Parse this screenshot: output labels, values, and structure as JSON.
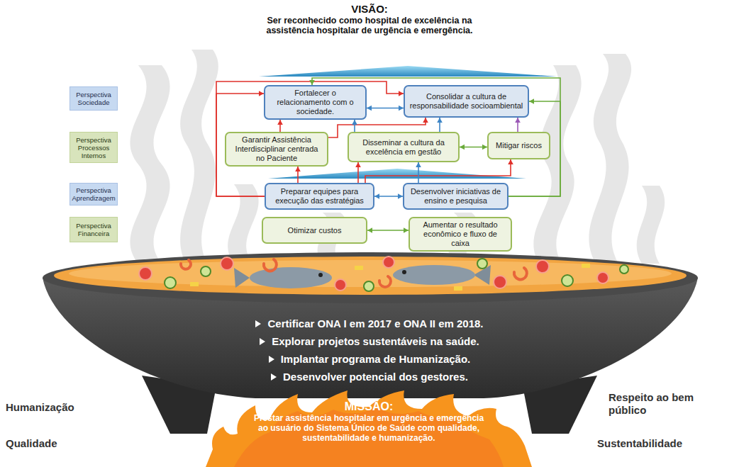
{
  "diagram": {
    "nodes": [
      {
        "text": [
          "Perspectiva Sociedade"
        ]
      },
      {
        "text": [
          "Fortalecer o relacionamento com o sociedade."
        ]
      },
      {
        "text": [
          "Consolidar a cultura de responsabilidade socioambiental"
        ]
      },
      {
        "text": [
          "Perspectiva Processos Internos"
        ]
      },
      {
        "text": [
          "Garantir Assistência Interdisciplinar centrada no Paciente"
        ]
      },
      {
        "text": [
          "Disseminar a cultura da excelência em gestão"
        ]
      },
      {
        "text": [
          "Mitigar riscos"
        ]
      },
      {
        "text": [
          "Perspectiva Aprendizagem"
        ]
      },
      {
        "text": [
          "Preparar equipes para execução das estratégias"
        ]
      },
      {
        "text": [
          "Desenvolver iniciativas de ensino e pesquisa"
        ]
      },
      {
        "text": [
          "Perspectiva Financeira"
        ]
      },
      {
        "text": [
          "Otimizar custos"
        ]
      },
      {
        "text": [
          "Aumentar o resultado econômico e fluxo de caixa"
        ]
      },
      {
        "text": [
          "MISSÃO:",
          "Prestar assistência hospitalar em urgência e emergência ao usuário do Sistema Único de Saúde com qualidade, sustentabilidade e humanização."
        ]
      }
    ],
    "edges": [
      {
        "from": 8,
        "to": 1,
        "arrow": "to"
      },
      {
        "from": 8,
        "to": 2,
        "arrow": "to"
      },
      {
        "from": 4,
        "to": 1,
        "arrow": "to"
      },
      {
        "from": 4,
        "to": 2,
        "arrow": "to"
      },
      {
        "from": 8,
        "to": 4,
        "arrow": "to"
      },
      {
        "from": 8,
        "to": 5,
        "arrow": "to"
      },
      {
        "from": 8,
        "to": 6,
        "arrow": "to"
      },
      {
        "from": 1,
        "to": 2,
        "arrow": "both"
      },
      {
        "from": 5,
        "to": 1,
        "arrow": "to"
      },
      {
        "from": 5,
        "to": 2,
        "arrow": "to"
      },
      {
        "from": 8,
        "to": 9,
        "arrow": "both"
      },
      {
        "from": 9,
        "to": 5,
        "arrow": "to"
      },
      {
        "from": 5,
        "to": 6,
        "arrow": "both"
      },
      {
        "from": 9,
        "to": 1,
        "arrow": "to"
      },
      {
        "from": 9,
        "to": 2,
        "arrow": "to"
      },
      {
        "from": 6,
        "to": 2,
        "arrow": "to"
      },
      {
        "from": 11,
        "to": 12,
        "arrow": "both"
      }
    ],
    "labels": [
      "VISÃO:",
      "Ser reconhecido como hospital de excelência na assistência hospitalar de urgência e emergência.",
      "Certificar ONA I em 2017 e ONA II em 2018.",
      "Explorar projetos sustentáveis na saúde.",
      "Implantar programa de Humanização.",
      "Desenvolver potencial dos gestores.",
      "Humanização",
      "Qualidade",
      "Respeito ao bem público",
      "Sustentabilidade"
    ]
  }
}
